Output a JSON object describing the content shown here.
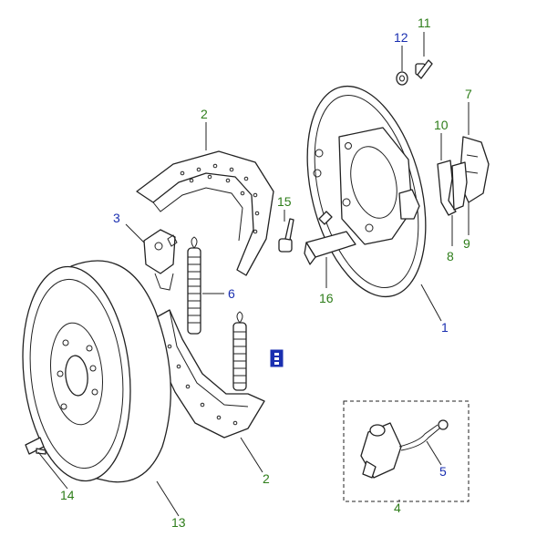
{
  "colors": {
    "label_green": "#2e7d1a",
    "label_blue": "#1a2fb0",
    "badge_blue": "#1a2fb0",
    "line": "#222222"
  },
  "labels": {
    "p1": "1",
    "p2a": "2",
    "p2b": "2",
    "p3": "3",
    "p4": "4",
    "p5": "5",
    "p6": "6",
    "p7": "7",
    "p8": "8",
    "p9": "9",
    "p10": "10",
    "p11": "11",
    "p12": "12",
    "p13": "13",
    "p14": "14",
    "p15": "15",
    "p16": "16"
  },
  "badge": {
    "icon": "info-badge-icon"
  }
}
